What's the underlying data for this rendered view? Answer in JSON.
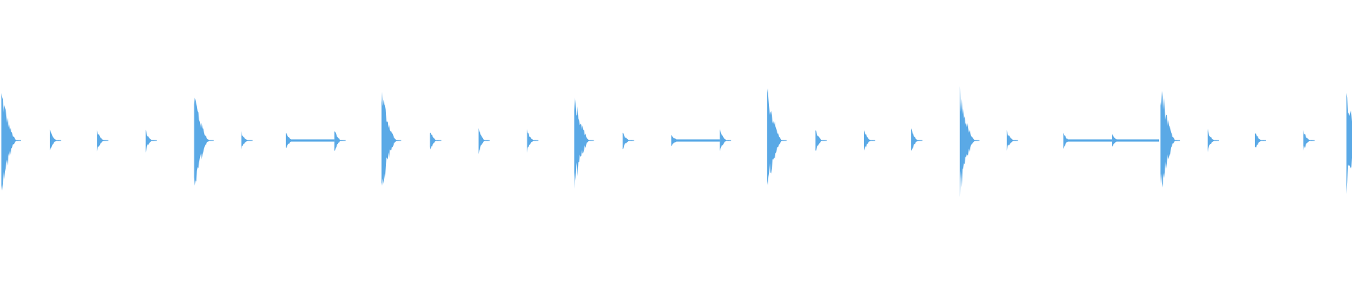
{
  "waveform": {
    "color": "#5aa9e6",
    "background": "#ffffff",
    "hits": [
      {
        "t": 0.0,
        "amp": 0.2,
        "kind": "accent"
      },
      {
        "t": 0.036,
        "amp": 0.045,
        "kind": "tick"
      },
      {
        "t": 0.071,
        "amp": 0.045,
        "kind": "tick"
      },
      {
        "t": 0.107,
        "amp": 0.045,
        "kind": "tick"
      },
      {
        "t": 0.143,
        "amp": 0.195,
        "kind": "accent"
      },
      {
        "t": 0.178,
        "amp": 0.035,
        "kind": "tick"
      },
      {
        "t": 0.211,
        "amp": 0.035,
        "kind": "tick",
        "sustain_to": 0.247
      },
      {
        "t": 0.247,
        "amp": 0.045,
        "kind": "tick"
      },
      {
        "t": 0.282,
        "amp": 0.205,
        "kind": "accent"
      },
      {
        "t": 0.318,
        "amp": 0.04,
        "kind": "tick"
      },
      {
        "t": 0.354,
        "amp": 0.045,
        "kind": "tick"
      },
      {
        "t": 0.39,
        "amp": 0.045,
        "kind": "tick"
      },
      {
        "t": 0.425,
        "amp": 0.2,
        "kind": "accent"
      },
      {
        "t": 0.461,
        "amp": 0.035,
        "kind": "tick"
      },
      {
        "t": 0.497,
        "amp": 0.03,
        "kind": "tick",
        "sustain_to": 0.533
      },
      {
        "t": 0.533,
        "amp": 0.045,
        "kind": "tick"
      },
      {
        "t": 0.568,
        "amp": 0.215,
        "kind": "accent"
      },
      {
        "t": 0.604,
        "amp": 0.045,
        "kind": "tick"
      },
      {
        "t": 0.64,
        "amp": 0.045,
        "kind": "tick"
      },
      {
        "t": 0.675,
        "amp": 0.045,
        "kind": "tick"
      },
      {
        "t": 0.711,
        "amp": 0.195,
        "kind": "accent"
      },
      {
        "t": 0.746,
        "amp": 0.04,
        "kind": "tick"
      },
      {
        "t": 0.788,
        "amp": 0.03,
        "kind": "tick",
        "sustain_to": 0.824
      },
      {
        "t": 0.824,
        "amp": 0.03,
        "kind": "tick",
        "sustain_to": 0.859
      },
      {
        "t": 0.86,
        "amp": 0.24,
        "kind": "accent"
      },
      {
        "t": 0.895,
        "amp": 0.045,
        "kind": "tick"
      },
      {
        "t": 0.93,
        "amp": 0.04,
        "kind": "tick"
      },
      {
        "t": 0.966,
        "amp": 0.04,
        "kind": "tick"
      },
      {
        "t": 0.998,
        "amp": 0.2,
        "kind": "accent"
      }
    ]
  }
}
